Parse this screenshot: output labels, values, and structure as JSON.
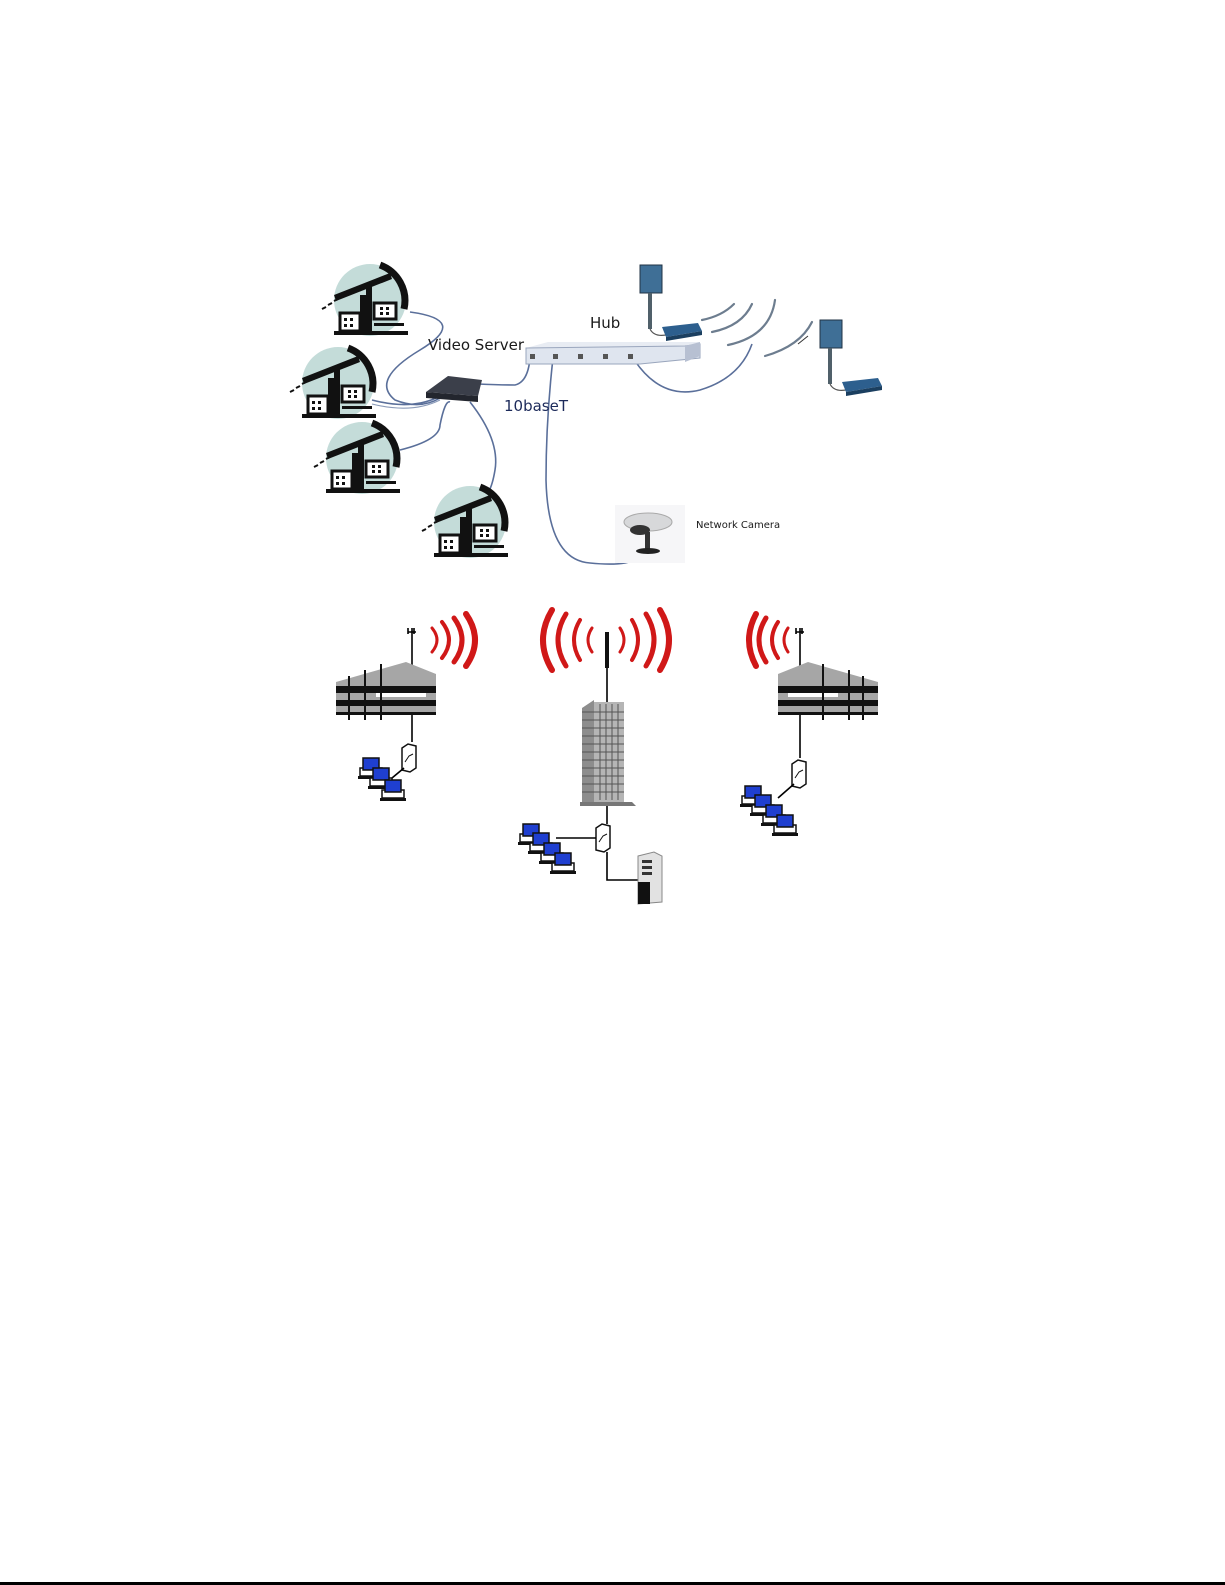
{
  "figure": {
    "top_diagram": {
      "labels": {
        "video_server": "Video Server",
        "hub": "Hub",
        "cable_type": "10baseT",
        "network_camera": "Network Camera"
      },
      "analog_camera_sites": 4,
      "hub_ports": 5,
      "wireless_bridges": 2
    },
    "bottom_diagram": {
      "nodes": [
        {
          "id": "left-building",
          "type": "office building",
          "antenna": true,
          "workstations": 3
        },
        {
          "id": "central-tower",
          "type": "high-rise tower",
          "antenna": true,
          "workstations": 4,
          "server": true
        },
        {
          "id": "right-building",
          "type": "office building",
          "antenna": true,
          "workstations": 4
        }
      ]
    },
    "colors": {
      "wireless_waves": "#d01818",
      "cable": "#5a6f9a",
      "camera_site_bg": "#c4dcd9",
      "workstation_screen": "#1f3fd0",
      "hub_body": "#dfe5ef",
      "video_server_body": "#3b3f4a"
    }
  }
}
